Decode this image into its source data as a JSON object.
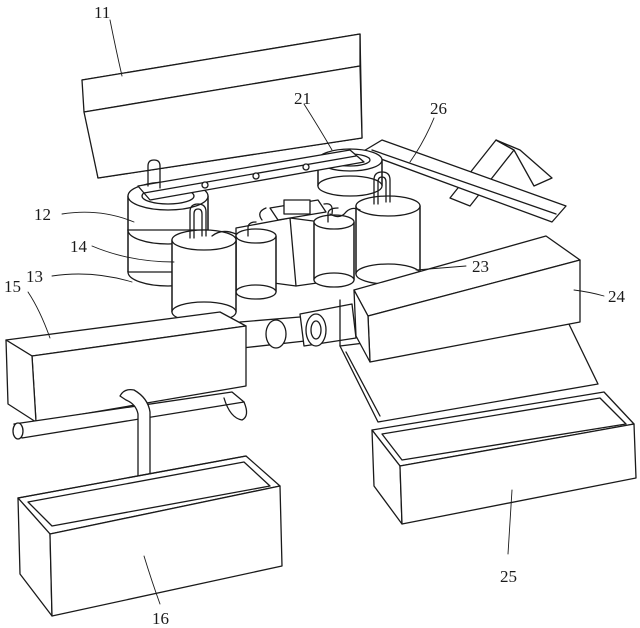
{
  "labels": {
    "l11": "11",
    "l12": "12",
    "l13": "13",
    "l14": "14",
    "l15": "15",
    "l16": "16",
    "l21": "21",
    "l23": "23",
    "l24": "24",
    "l25": "25",
    "l26": "26"
  }
}
